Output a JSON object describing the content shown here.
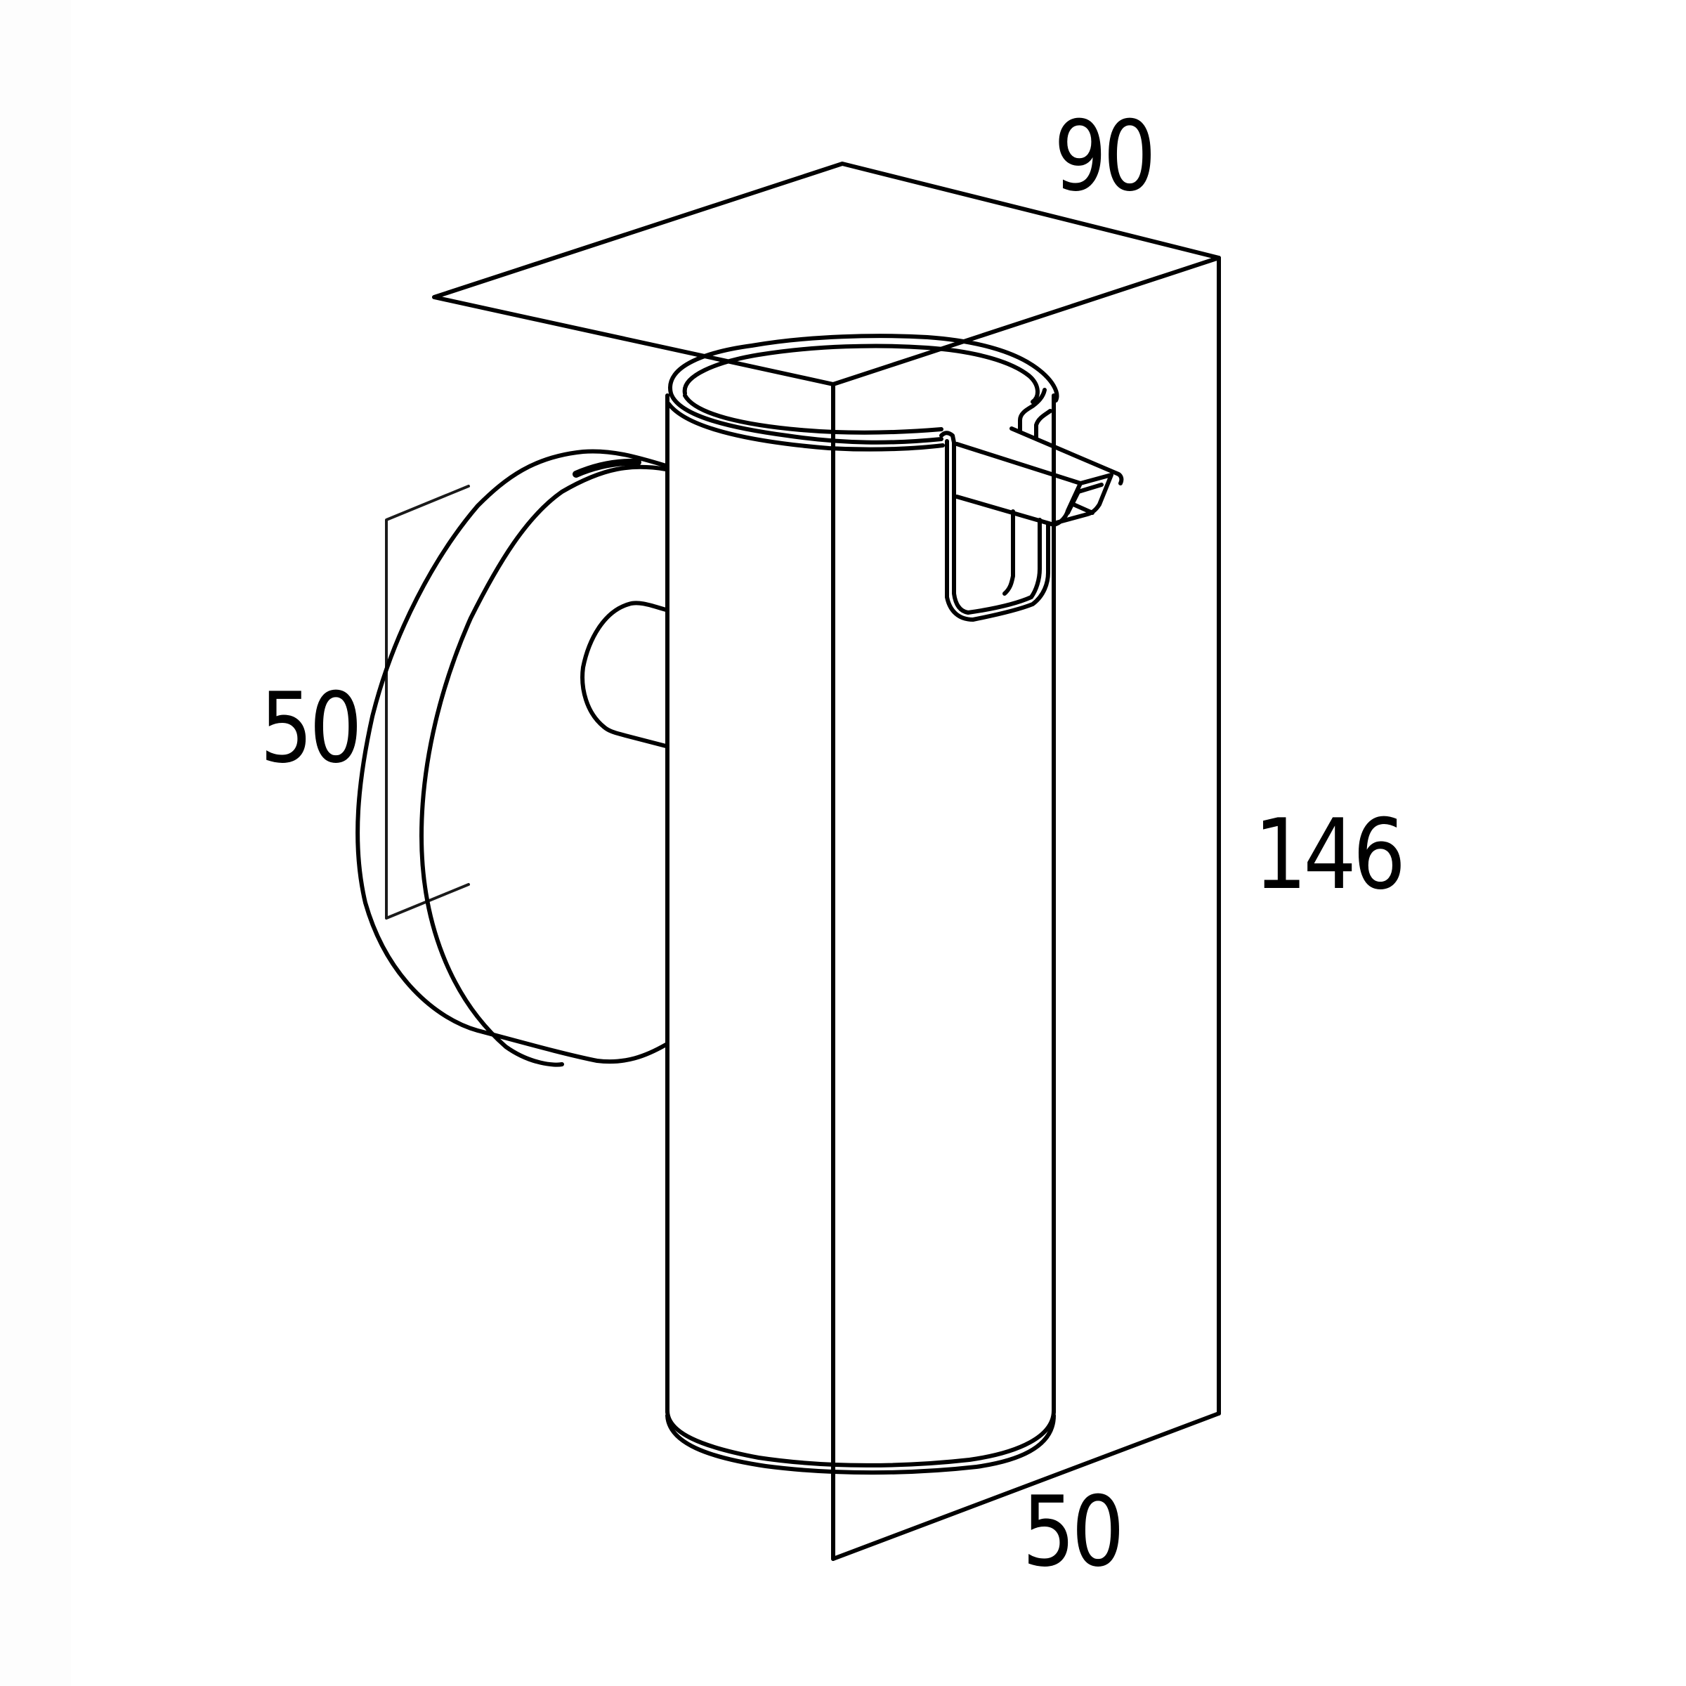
{
  "drawing": {
    "subject": "wall-mounted soap dispenser",
    "background": "#ffffff",
    "line_color": "#000000",
    "dimension_line_color": "#1a1a1a"
  },
  "dimensions": {
    "width_top": {
      "value": "90"
    },
    "height_right": {
      "value": "146"
    },
    "depth_bottom": {
      "value": "50"
    },
    "mount_diameter_left": {
      "value": "50"
    }
  }
}
